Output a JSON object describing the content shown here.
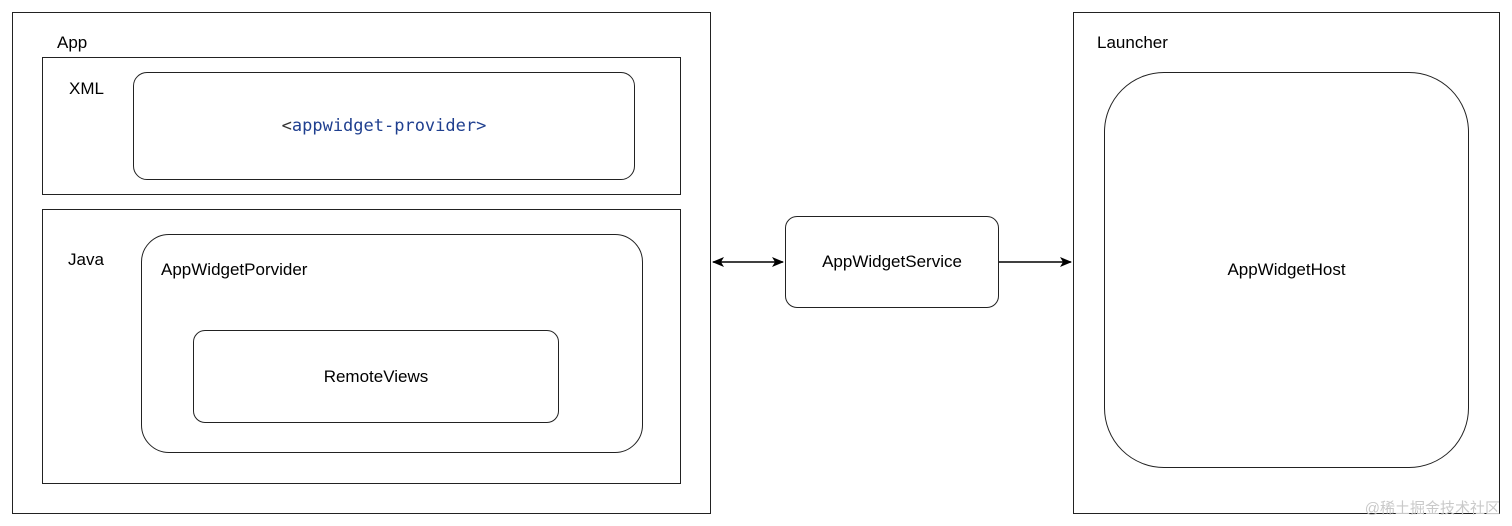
{
  "app": {
    "label": "App"
  },
  "xml": {
    "label": "XML",
    "provider_tag": "<appwidget-provider>"
  },
  "java": {
    "label": "Java",
    "provider_class": "AppWidgetPorvider",
    "remote_views": "RemoteViews"
  },
  "service": {
    "label": "AppWidgetService"
  },
  "launcher": {
    "label": "Launcher",
    "host": "AppWidgetHost"
  },
  "watermark": "@稀土掘金技术社区",
  "colors": {
    "border": "#222222",
    "code_text": "#1f3f8f",
    "code_bracket": "#333333",
    "arrow": "#000000",
    "watermark": "#c9c9c9"
  },
  "connections": [
    {
      "from": "app",
      "to": "service",
      "direction": "both"
    },
    {
      "from": "service",
      "to": "launcher",
      "direction": "forward"
    }
  ]
}
